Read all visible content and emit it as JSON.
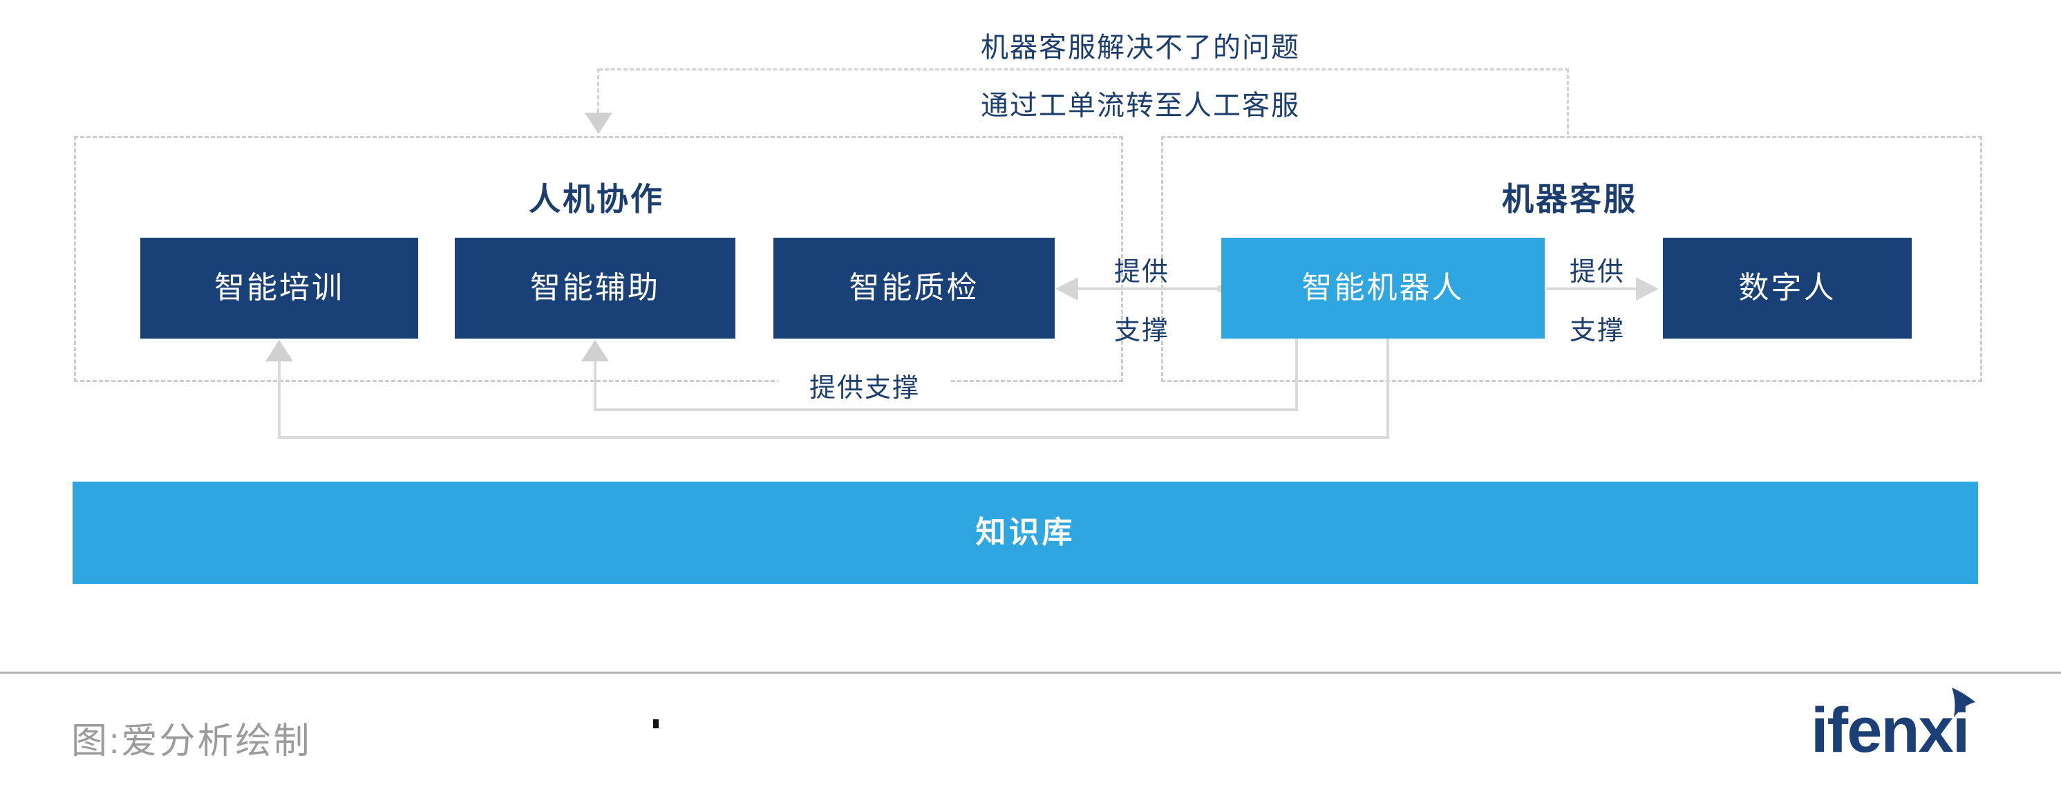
{
  "top_flow": {
    "line1": "机器客服解决不了的问题",
    "line2": "通过工单流转至人工客服"
  },
  "groups": [
    {
      "title": "人机协作",
      "boxes": [
        "智能培训",
        "智能辅助",
        "智能质检"
      ]
    },
    {
      "title": "机器客服",
      "boxes": [
        "智能机器人",
        "数字人"
      ]
    }
  ],
  "support": {
    "left": {
      "line1": "提供",
      "line2": "支撑"
    },
    "right": {
      "line1": "提供",
      "line2": "支撑"
    },
    "bottom": "提供支撑"
  },
  "knowledge_bar": {
    "label": "知识库"
  },
  "footer": {
    "caption": "图:爱分析绘制",
    "logo_text": "ifenxi"
  },
  "colors": {
    "navy_box": "#1a4078",
    "light_blue": "#2fa6e0",
    "text_navy": "#1c3e6e",
    "connector_gray": "#d9d9d9",
    "dashed_gray": "#cccccc",
    "footer_gray": "#9b9b9b",
    "logo_navy": "#1c4076"
  }
}
